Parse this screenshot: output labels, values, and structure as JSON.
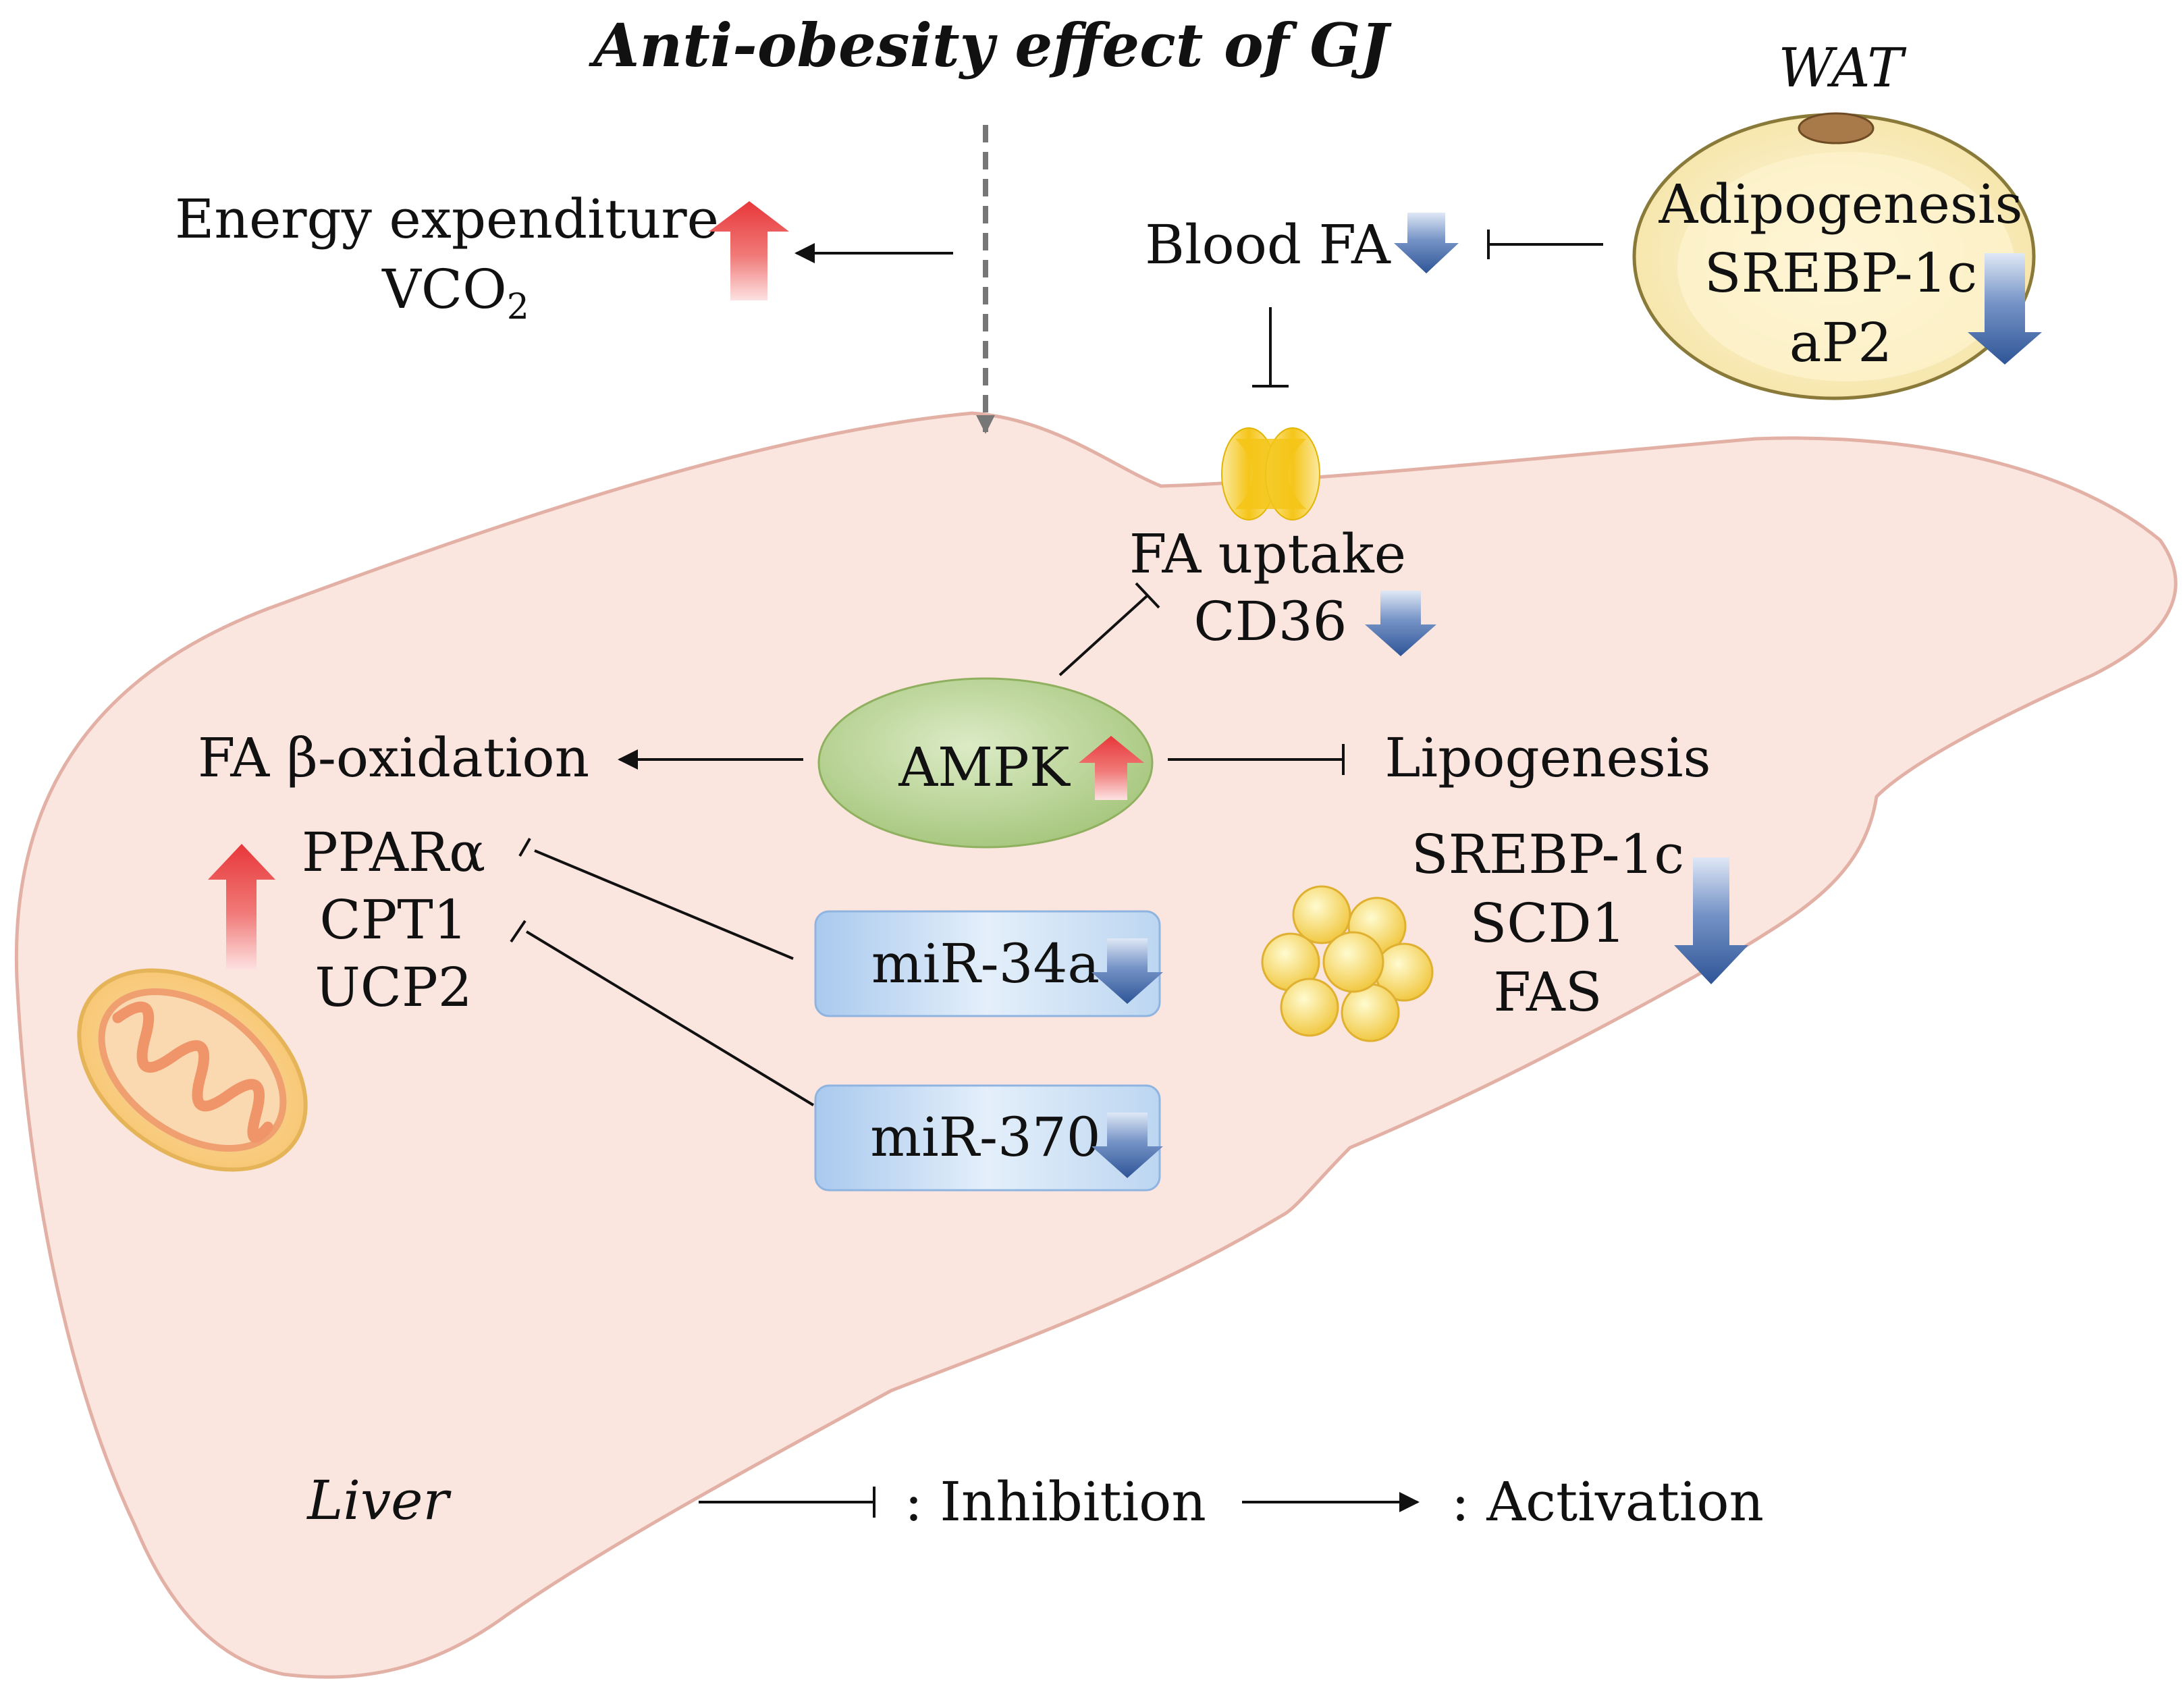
{
  "title": "Anti-obesity effect of GJ",
  "energy": {
    "line1": "Energy expenditure",
    "line2_main": "VCO",
    "line2_sub": "2",
    "change": "up"
  },
  "blood_fa": {
    "label": "Blood FA",
    "change": "down"
  },
  "wat": {
    "label": "WAT",
    "line1": "Adipogenesis",
    "line2": "SREBP-1c",
    "line3": "aP2",
    "change": "down"
  },
  "fa_uptake": {
    "line1": "FA uptake",
    "line2": "CD36",
    "change": "down"
  },
  "ampk": {
    "label": "AMPK",
    "change": "up"
  },
  "beta_ox": {
    "label": "FA β-oxidation",
    "genes": [
      "PPARα",
      "CPT1",
      "UCP2"
    ],
    "change": "up"
  },
  "lipogenesis": {
    "label": "Lipogenesis",
    "genes": [
      "SREBP-1c",
      "SCD1",
      "FAS"
    ],
    "change": "down"
  },
  "mirnas": [
    {
      "label": "miR-34a",
      "change": "down"
    },
    {
      "label": "miR-370",
      "change": "down"
    }
  ],
  "organ": "Liver",
  "legend": {
    "inhibition": ": Inhibition",
    "activation": ": Activation"
  },
  "colors": {
    "up_arrow": "#e8373a",
    "down_arrow": "#2f5597",
    "liver_fill": "#fbe5df",
    "liver_stroke": "#e2b0a5",
    "ampk_fill": "#a9c97f",
    "mirna_fill": "#cfe2f5",
    "wat_fill": "#fbf0c8"
  }
}
